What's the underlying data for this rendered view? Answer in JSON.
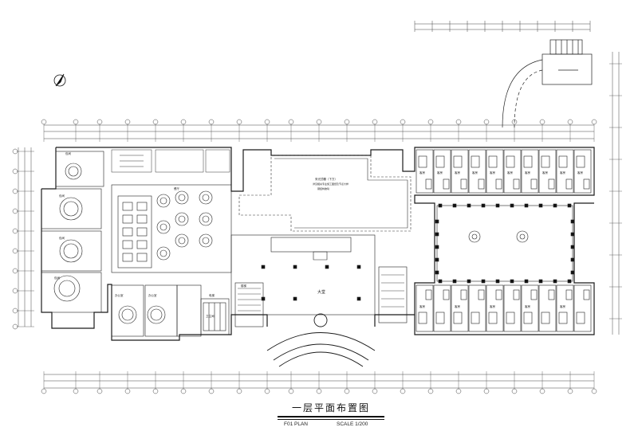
{
  "drawing": {
    "title": "一层平面布置图",
    "plan_label": "F01  PLAN",
    "scale_label": "SCALE 1/200",
    "lobby_label": "大堂",
    "notes": {
      "courtyard_note_1": "采光顶棚（下方）",
      "courtyard_note_2": "详见相关专业施工图纸及节点大样",
      "courtyard_note_3": "钢结构玻璃"
    },
    "room_labels": [
      "客房",
      "客房",
      "客房",
      "客房",
      "客房",
      "客房",
      "客房",
      "客房",
      "客房",
      "客房",
      "包间",
      "包间",
      "包间",
      "包间",
      "餐厅",
      "办公室",
      "办公室",
      "楼梯",
      "电梯",
      "卫生间",
      "客房",
      "客房",
      "客房",
      "客房",
      "客房"
    ]
  },
  "colors": {
    "line": "#1a1a1a",
    "light_line": "#555555",
    "dimension": "#444444",
    "paper": "#ffffff"
  }
}
